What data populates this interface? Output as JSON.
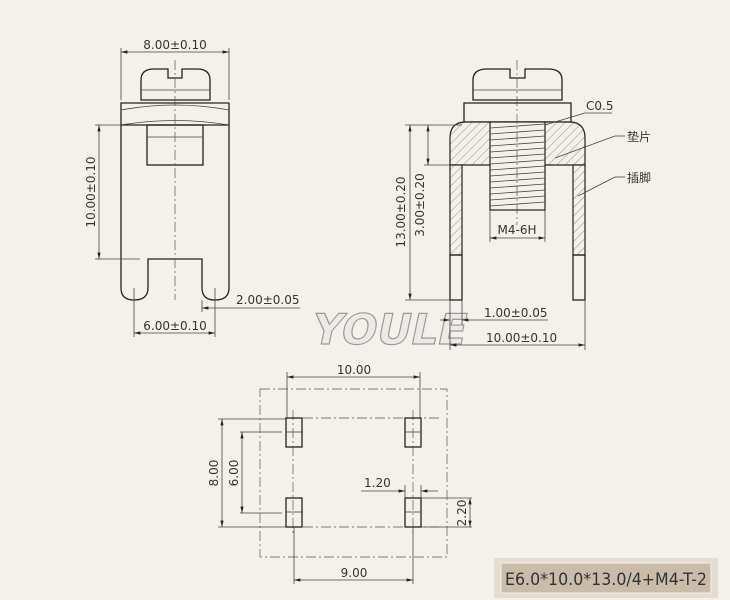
{
  "side_view": {
    "width_dim": "8.00±0.10",
    "height_dim": "10.00±0.10",
    "pitch_dim": "6.00±0.10",
    "pin_dim": "2.00±0.05"
  },
  "section_view": {
    "chamfer": "C0.5",
    "washer_label": "垫片",
    "pin_label": "插脚",
    "thread": "M4-6H",
    "total_height_dim": "13.00±0.20",
    "plate_height_dim": "3.00±0.20",
    "pin_thickness_dim": "1.00±0.05",
    "width_dim": "10.00±0.10"
  },
  "watermark": "YOULE",
  "footprint": {
    "outer_width": "10.00",
    "outer_height": "8.00",
    "inner_height": "6.00",
    "pad_width": "1.20",
    "pad_length": "2.20",
    "pitch": "9.00"
  },
  "part_number": "E6.0*10.0*13.0/4+M4-T-2"
}
